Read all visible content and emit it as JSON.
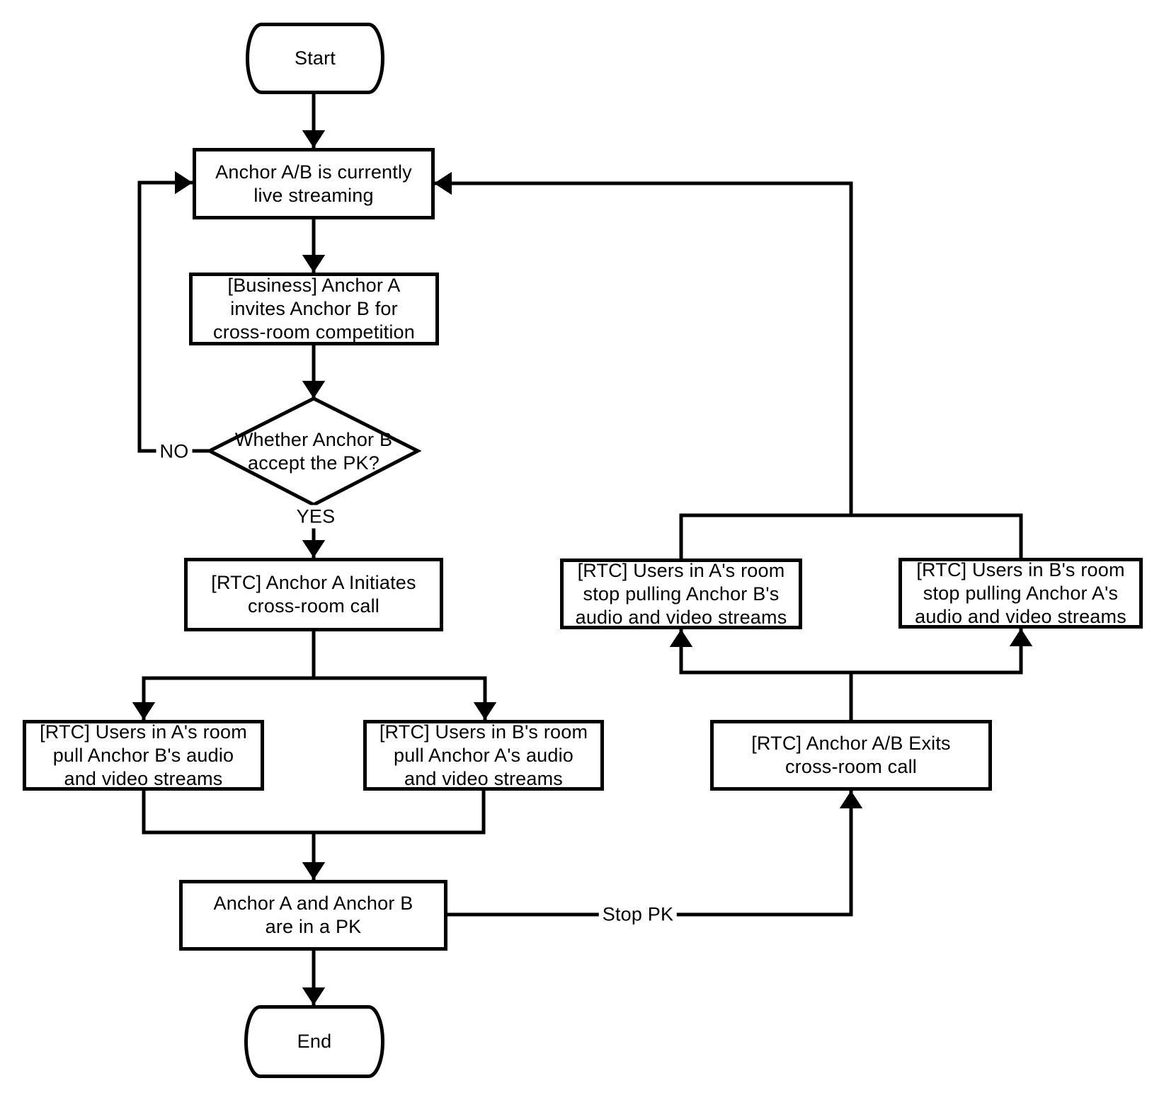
{
  "flow": {
    "colors": {
      "stroke": "#000000",
      "text": "#000000",
      "background": "#ffffff"
    },
    "nodes": {
      "start": {
        "label": "Start"
      },
      "live_streaming": {
        "label": "Anchor A/B is currently\nlive streaming"
      },
      "invite": {
        "label": "[Business] Anchor A\ninvites Anchor B for\ncross-room competition"
      },
      "accept_decision": {
        "label": "Whether Anchor B\naccept the PK?"
      },
      "initiate_call": {
        "label": "[RTC] Anchor A Initiates\ncross-room call"
      },
      "pull_a": {
        "label": "[RTC] Users in A's room\npull Anchor B's audio\nand video streams"
      },
      "pull_b": {
        "label": "[RTC] Users in B's room\npull Anchor A's audio\nand video streams"
      },
      "in_pk": {
        "label": "Anchor A and Anchor B\nare in a PK"
      },
      "end": {
        "label": "End"
      },
      "exit_call": {
        "label": "[RTC] Anchor A/B Exits\ncross-room call"
      },
      "stop_pull_a": {
        "label": "[RTC] Users in A's room\nstop pulling Anchor B's\naudio and video streams"
      },
      "stop_pull_b": {
        "label": "[RTC] Users in B's room\nstop pulling Anchor A's\naudio and video streams"
      }
    },
    "edge_labels": {
      "no": "NO",
      "yes": "YES",
      "stop_pk": "Stop PK"
    }
  }
}
